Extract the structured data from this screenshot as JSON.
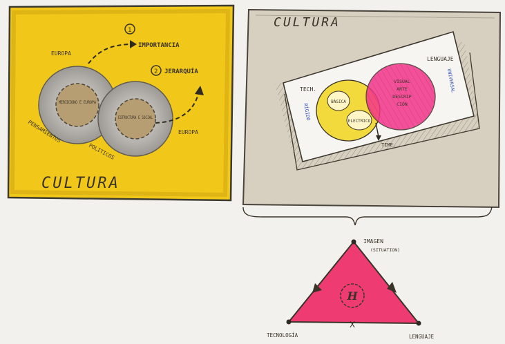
{
  "panel_left": {
    "title": "CULTURA",
    "label_top_left": "EUROPA",
    "label_number_1": "1",
    "label_importance": "IMPORTANCIA",
    "label_number_2": "2",
    "label_hierarchy": "JERARQUÍA",
    "circle_left": "MERIDIONO E EUROPA",
    "circle_right": "ESTRUCTURA E SOCIAL",
    "label_bottom_left_a": "PENSAMIENTOS",
    "label_bottom_left_b": "POLITICOS",
    "label_bottom_right": "EUROPA",
    "background_color": "#f1c81a"
  },
  "panel_right": {
    "title": "CULTURA",
    "label_tech": "TECH.",
    "label_lenguaje": "LENGUAJE",
    "label_universal": "UNIVERSAL",
    "label_rigido": "RÍGIDO",
    "circle_yellow_top": "BÁSICA",
    "circle_yellow_bottom": "ELECTRICO",
    "circle_pink_lines": [
      "VISUAL",
      "ARTE",
      "DESCRIP",
      "CIÓN"
    ],
    "label_time": "TIME.",
    "yellow_color": "#f3da3c",
    "pink_color": "#f2358a"
  },
  "triangle": {
    "label_top": "IMAGEN",
    "label_top_sub": "(SITUATION)",
    "center_letter": "H",
    "label_left": "TECNOLOGÍA",
    "label_right": "LENGUAJE",
    "bottom_mark": "X",
    "fill_color": "#ee3c73"
  }
}
